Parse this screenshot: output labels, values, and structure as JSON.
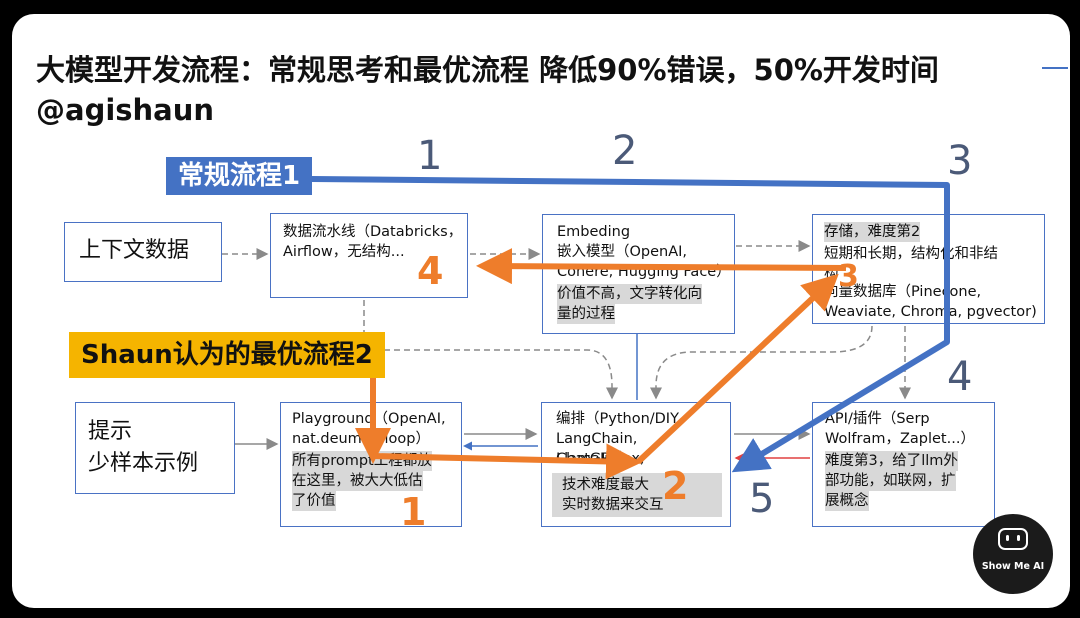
{
  "title_line1": "大模型开发流程：常规思考和最优流程 降低90%错误，50%开发时间",
  "title_line2": "@agishaun",
  "conventional_flow_label": "常规流程1",
  "optimal_flow_label": "Shaun认为的最优流程2",
  "step_numbers": [
    "1",
    "2",
    "3",
    "4",
    "5"
  ],
  "orange_numbers": [
    "4",
    "3",
    "2",
    "1"
  ],
  "context_data": "上下文数据",
  "prompt_box": [
    "提示",
    "少样本示例"
  ],
  "pipeline_box": {
    "line1": "数据流水线（Databricks，",
    "line2": "Airflow，无结构..."
  },
  "embedding_box": {
    "line1": "Embeding",
    "line2": "嵌入模型（OpenAI,",
    "line3": "Cohere, Hugging Face）",
    "line4": "价值不高，文字转化向",
    "line5": "量的过程"
  },
  "storage_box": {
    "line1": "存储，难度第2",
    "line2": "短期和长期，结构化和非结",
    "line3": "构",
    "line4": "向量数据库（Pinecone,",
    "line5": "Weaviate, Chroma, pgvector)"
  },
  "playground_box": {
    "line1": "Playground（OpenAI,",
    "line2": "nat.deuman loop）",
    "line3": "所有prompt工程都放",
    "line4": "在这里，被大大低估",
    "line5": "了价值"
  },
  "orchestration_box": {
    "line1": "编排（Python/DIY,",
    "line2": "LangChain, LlamaIndex,",
    "line3": "ChatGPT）",
    "line4": "技术难度最大",
    "line5": "实时数据来交互"
  },
  "api_box": {
    "line1": "API/插件（Serp",
    "line2": "Wolfram，Zaplet...）",
    "line3": "难度第3，给了llm外",
    "line4": "部功能，如联网，扩",
    "line5": "展概念"
  },
  "logo_text": "Show Me AI",
  "colors": {
    "blue": "#4472c4",
    "orange": "#ee7d2b",
    "grey": "#8a8a8a",
    "red": "#e04040",
    "tagOrange": "#f5b400"
  }
}
